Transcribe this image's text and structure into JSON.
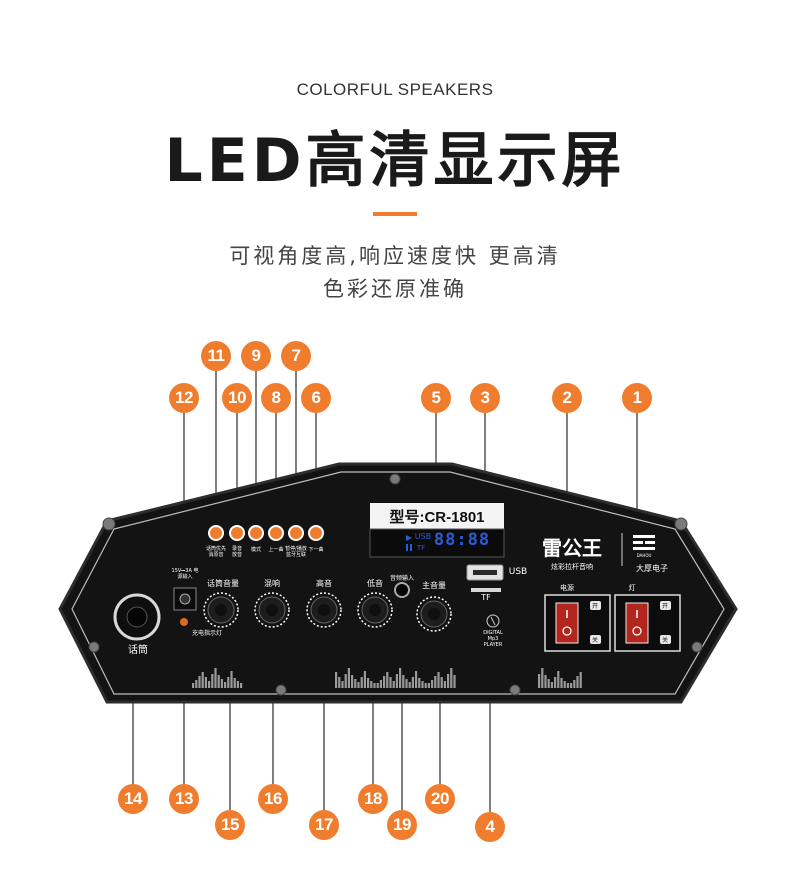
{
  "header": {
    "eyebrow": "COLORFUL SPEAKERS",
    "title": "LED高清显示屏",
    "subtitle_line1": "可视角度高,响应速度快 更高清",
    "subtitle_line2": "色彩还原准确"
  },
  "panel": {
    "model_label": "型号:CR-1801",
    "display_readout": "88:88",
    "display_usb": "USB",
    "display_tf": "TF",
    "usb_port_label": "USB",
    "tf_slot_label": "TF",
    "brand_logo_text": "雷公王",
    "brand_tagline": "炫彩拉杆音响",
    "maker_name": "大厚电子",
    "maker_sub": "DAHOU",
    "mic_jack_label": "话筒",
    "dc_input_label": "15V⎓3A 电源输入",
    "charge_led_label": "充电指示灯",
    "button_labels": [
      "话筒优先 消原音",
      "录音 放音",
      "模式",
      "上一曲",
      "暂停/播放 蓝牙互联",
      "下一曲"
    ],
    "knob_labels": [
      "话筒音量",
      "混响",
      "高音",
      "低音",
      "主音量"
    ],
    "aux_label": "音频输入",
    "mp3_label": "DIGITAL Mp3 PLAYER",
    "switch_power_label": "电源",
    "switch_light_label": "灯",
    "switch_on_label": "开",
    "switch_off_label": "关"
  },
  "callouts": [
    "1",
    "2",
    "3",
    "4",
    "5",
    "6",
    "7",
    "8",
    "9",
    "10",
    "11",
    "12",
    "13",
    "14",
    "15",
    "16",
    "17",
    "18",
    "19",
    "20"
  ],
  "colors": {
    "accent": "#f07d2d",
    "panel_bg": "#141414",
    "lcd_blue": "#2a5bd9"
  }
}
